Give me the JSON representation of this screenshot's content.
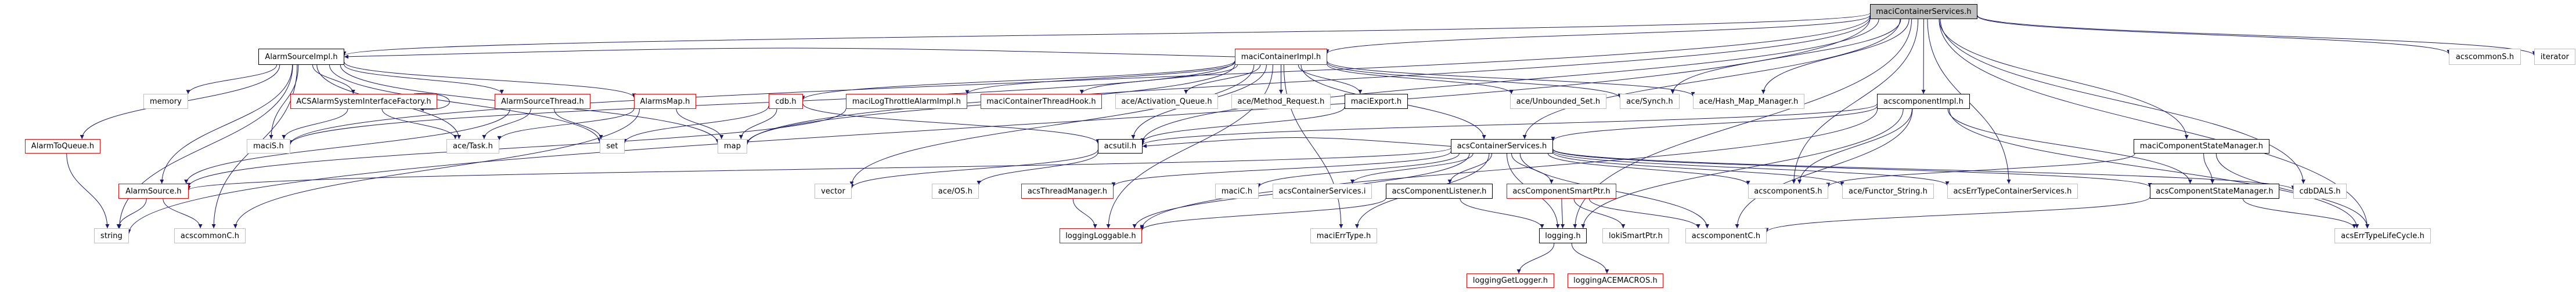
{
  "title": "maciContainerServices.h include dependency graph",
  "legend_colors": {
    "edge": "#191970",
    "documented_border": "#000000",
    "truncated_border": "#ff0000",
    "undocumented_border": "#bfbfbf",
    "root_fill": "#bfbfbf"
  },
  "nodes": [
    {
      "id": "root",
      "label": "maciContainerServices.h",
      "kind": "root"
    },
    {
      "id": "AlarmSourceImpl",
      "label": "AlarmSourceImpl.h",
      "kind": "black"
    },
    {
      "id": "maciContainerImpl",
      "label": "maciContainerImpl.h",
      "kind": "red"
    },
    {
      "id": "acscommonS",
      "label": "acscommonS.h",
      "kind": "gray"
    },
    {
      "id": "iterator",
      "label": "iterator",
      "kind": "gray"
    },
    {
      "id": "memory",
      "label": "memory",
      "kind": "gray"
    },
    {
      "id": "ACSAlarmSystemInterfaceFactory",
      "label": "ACSAlarmSystemInterfaceFactory.h",
      "kind": "red"
    },
    {
      "id": "AlarmSourceThread",
      "label": "AlarmSourceThread.h",
      "kind": "red"
    },
    {
      "id": "AlarmsMap",
      "label": "AlarmsMap.h",
      "kind": "red"
    },
    {
      "id": "cdb",
      "label": "cdb.h",
      "kind": "red"
    },
    {
      "id": "maciLogThrottleAlarmImpl",
      "label": "maciLogThrottleAlarmImpl.h",
      "kind": "red"
    },
    {
      "id": "maciContainerThreadHook",
      "label": "maciContainerThreadHook.h",
      "kind": "red"
    },
    {
      "id": "aceActivationQueue",
      "label": "ace/Activation_Queue.h",
      "kind": "gray"
    },
    {
      "id": "aceMethodRequest",
      "label": "ace/Method_Request.h",
      "kind": "gray"
    },
    {
      "id": "maciExport",
      "label": "maciExport.h",
      "kind": "black"
    },
    {
      "id": "aceUnboundedSet",
      "label": "ace/Unbounded_Set.h",
      "kind": "gray"
    },
    {
      "id": "aceSynch",
      "label": "ace/Synch.h",
      "kind": "gray"
    },
    {
      "id": "aceHashMapManager",
      "label": "ace/Hash_Map_Manager.h",
      "kind": "gray"
    },
    {
      "id": "acscomponentImpl",
      "label": "acscomponentImpl.h",
      "kind": "black"
    },
    {
      "id": "AlarmToQueue",
      "label": "AlarmToQueue.h",
      "kind": "red"
    },
    {
      "id": "maciS",
      "label": "maciS.h",
      "kind": "gray"
    },
    {
      "id": "aceTask",
      "label": "ace/Task.h",
      "kind": "gray"
    },
    {
      "id": "set",
      "label": "set",
      "kind": "gray"
    },
    {
      "id": "map",
      "label": "map",
      "kind": "gray"
    },
    {
      "id": "acsutil",
      "label": "acsutil.h",
      "kind": "black"
    },
    {
      "id": "acsContainerServices",
      "label": "acsContainerServices.h",
      "kind": "black"
    },
    {
      "id": "maciComponentStateManager",
      "label": "maciComponentStateManager.h",
      "kind": "black"
    },
    {
      "id": "AlarmSource",
      "label": "AlarmSource.h",
      "kind": "red"
    },
    {
      "id": "vector",
      "label": "vector",
      "kind": "gray"
    },
    {
      "id": "aceOS",
      "label": "ace/OS.h",
      "kind": "gray"
    },
    {
      "id": "acsThreadManager",
      "label": "acsThreadManager.h",
      "kind": "red"
    },
    {
      "id": "maciC",
      "label": "maciC.h",
      "kind": "gray"
    },
    {
      "id": "acsContainerServicesI",
      "label": "acsContainerServices.i",
      "kind": "gray"
    },
    {
      "id": "acsComponentListener",
      "label": "acsComponentListener.h",
      "kind": "black"
    },
    {
      "id": "acsComponentSmartPtr",
      "label": "acsComponentSmartPtr.h",
      "kind": "red"
    },
    {
      "id": "acscomponentS",
      "label": "acscomponentS.h",
      "kind": "gray"
    },
    {
      "id": "aceFunctorString",
      "label": "ace/Functor_String.h",
      "kind": "gray"
    },
    {
      "id": "acsErrTypeContainerServices",
      "label": "acsErrTypeContainerServices.h",
      "kind": "gray"
    },
    {
      "id": "acsComponentStateManager",
      "label": "acsComponentStateManager.h",
      "kind": "black"
    },
    {
      "id": "cdbDALS",
      "label": "cdbDALS.h",
      "kind": "gray"
    },
    {
      "id": "string",
      "label": "string",
      "kind": "gray"
    },
    {
      "id": "acscommonC",
      "label": "acscommonC.h",
      "kind": "gray"
    },
    {
      "id": "loggingLoggable",
      "label": "loggingLoggable.h",
      "kind": "red"
    },
    {
      "id": "maciErrType",
      "label": "maciErrType.h",
      "kind": "gray"
    },
    {
      "id": "logging",
      "label": "logging.h",
      "kind": "black"
    },
    {
      "id": "lokiSmartPtr",
      "label": "lokiSmartPtr.h",
      "kind": "gray"
    },
    {
      "id": "acscomponentC",
      "label": "acscomponentC.h",
      "kind": "gray"
    },
    {
      "id": "acsErrTypeLifeCycle",
      "label": "acsErrTypeLifeCycle.h",
      "kind": "gray"
    },
    {
      "id": "loggingGetLogger",
      "label": "loggingGetLogger.h",
      "kind": "red"
    },
    {
      "id": "loggingACEMACROS",
      "label": "loggingACEMACROS.h",
      "kind": "red"
    }
  ],
  "edges": [
    [
      "root",
      "AlarmSourceImpl"
    ],
    [
      "root",
      "maciContainerImpl"
    ],
    [
      "root",
      "acscommonS"
    ],
    [
      "root",
      "iterator"
    ],
    [
      "root",
      "string"
    ],
    [
      "root",
      "aceSynch"
    ],
    [
      "root",
      "aceHashMapManager"
    ],
    [
      "root",
      "acscomponentImpl"
    ],
    [
      "root",
      "acsutil"
    ],
    [
      "root",
      "acsContainerServices"
    ],
    [
      "root",
      "maciComponentStateManager"
    ],
    [
      "root",
      "cdbDALS"
    ],
    [
      "root",
      "acsErrTypeLifeCycle"
    ],
    [
      "root",
      "acsErrTypeContainerServices"
    ],
    [
      "root",
      "acscomponentS"
    ],
    [
      "root",
      "logging"
    ],
    [
      "root",
      "maciS"
    ],
    [
      "root",
      "map"
    ],
    [
      "AlarmSourceImpl",
      "memory"
    ],
    [
      "AlarmSourceImpl",
      "ACSAlarmSystemInterfaceFactory"
    ],
    [
      "AlarmSourceImpl",
      "AlarmSourceThread"
    ],
    [
      "AlarmSourceImpl",
      "AlarmsMap"
    ],
    [
      "AlarmSourceImpl",
      "AlarmToQueue"
    ],
    [
      "AlarmSourceImpl",
      "AlarmSource"
    ],
    [
      "AlarmSourceImpl",
      "maciS"
    ],
    [
      "AlarmSourceImpl",
      "aceTask"
    ],
    [
      "AlarmSourceImpl",
      "set"
    ],
    [
      "AlarmSourceImpl",
      "map"
    ],
    [
      "AlarmSourceImpl",
      "acscommonC"
    ],
    [
      "AlarmSourceImpl",
      "string"
    ],
    [
      "ACSAlarmSystemInterfaceFactory",
      "ACSAlarmSystemInterfaceFactory"
    ],
    [
      "ACSAlarmSystemInterfaceFactory",
      "maciS"
    ],
    [
      "ACSAlarmSystemInterfaceFactory",
      "aceTask"
    ],
    [
      "AlarmSourceThread",
      "aceTask"
    ],
    [
      "AlarmSourceThread",
      "set"
    ],
    [
      "AlarmSourceThread",
      "AlarmSource"
    ],
    [
      "AlarmsMap",
      "aceTask"
    ],
    [
      "AlarmsMap",
      "map"
    ],
    [
      "AlarmsMap",
      "acscommonC"
    ],
    [
      "cdb",
      "set"
    ],
    [
      "cdb",
      "map"
    ],
    [
      "cdb",
      "acsutil"
    ],
    [
      "AlarmToQueue",
      "string"
    ],
    [
      "AlarmSource",
      "string"
    ],
    [
      "AlarmSource",
      "acscommonC"
    ],
    [
      "maciContainerImpl",
      "AlarmSourceImpl"
    ],
    [
      "maciContainerImpl",
      "cdb"
    ],
    [
      "maciContainerImpl",
      "maciLogThrottleAlarmImpl"
    ],
    [
      "maciContainerImpl",
      "maciContainerThreadHook"
    ],
    [
      "maciContainerImpl",
      "aceActivationQueue"
    ],
    [
      "maciContainerImpl",
      "aceMethodRequest"
    ],
    [
      "maciContainerImpl",
      "maciExport"
    ],
    [
      "maciContainerImpl",
      "aceUnboundedSet"
    ],
    [
      "maciContainerImpl",
      "aceSynch"
    ],
    [
      "maciContainerImpl",
      "aceHashMapManager"
    ],
    [
      "maciContainerImpl",
      "acsContainerServices"
    ],
    [
      "maciContainerImpl",
      "maciS"
    ],
    [
      "maciContainerImpl",
      "map"
    ],
    [
      "maciContainerImpl",
      "vector"
    ],
    [
      "maciContainerImpl",
      "acsutil"
    ],
    [
      "maciContainerImpl",
      "maciErrType"
    ],
    [
      "maciContainerImpl",
      "loggingLoggable"
    ],
    [
      "maciLogThrottleAlarmImpl",
      "AlarmSource"
    ],
    [
      "maciExport",
      "acsutil"
    ],
    [
      "acsutil",
      "vector"
    ],
    [
      "acsutil",
      "aceOS"
    ],
    [
      "acsContainerServices",
      "acsutil"
    ],
    [
      "acsContainerServices",
      "acsThreadManager"
    ],
    [
      "acsContainerServices",
      "maciC"
    ],
    [
      "acsContainerServices",
      "acsContainerServicesI"
    ],
    [
      "acsContainerServices",
      "acsComponentListener"
    ],
    [
      "acsContainerServices",
      "acsComponentSmartPtr"
    ],
    [
      "acsContainerServices",
      "logging"
    ],
    [
      "acsContainerServices",
      "acscomponentC"
    ],
    [
      "acsContainerServices",
      "acscomponentS"
    ],
    [
      "acsContainerServices",
      "aceFunctorString"
    ],
    [
      "acsContainerServices",
      "acsErrTypeContainerServices"
    ],
    [
      "acsContainerServices",
      "acsComponentStateManager"
    ],
    [
      "acsContainerServices",
      "cdbDALS"
    ],
    [
      "acsContainerServices",
      "maciErrType"
    ],
    [
      "acsContainerServices",
      "loggingLoggable"
    ],
    [
      "acsContainerServices",
      "AlarmSource"
    ],
    [
      "acsThreadManager",
      "loggingLoggable"
    ],
    [
      "acsComponentListener",
      "logging"
    ],
    [
      "acsComponentListener",
      "loggingLoggable"
    ],
    [
      "acsComponentSmartPtr",
      "logging"
    ],
    [
      "acsComponentSmartPtr",
      "lokiSmartPtr"
    ],
    [
      "acsComponentSmartPtr",
      "acscomponentC"
    ],
    [
      "logging",
      "loggingGetLogger"
    ],
    [
      "logging",
      "loggingACEMACROS"
    ],
    [
      "acscomponentImpl",
      "acsutil"
    ],
    [
      "acscomponentImpl",
      "acsContainerServices"
    ],
    [
      "acscomponentImpl",
      "acscomponentS"
    ],
    [
      "acscomponentImpl",
      "logging"
    ],
    [
      "acscomponentImpl",
      "acsErrTypeLifeCycle"
    ],
    [
      "acscomponentImpl",
      "loggingLoggable"
    ],
    [
      "acscomponentImpl",
      "acscomponentC"
    ],
    [
      "acscomponentImpl",
      "acsComponentStateManager"
    ],
    [
      "maciComponentStateManager",
      "acsComponentStateManager"
    ],
    [
      "maciComponentStateManager",
      "acsErrTypeLifeCycle"
    ],
    [
      "maciComponentStateManager",
      "acscomponentS"
    ],
    [
      "acsComponentStateManager",
      "acsErrTypeLifeCycle"
    ],
    [
      "acsComponentStateManager",
      "acscomponentC"
    ]
  ]
}
